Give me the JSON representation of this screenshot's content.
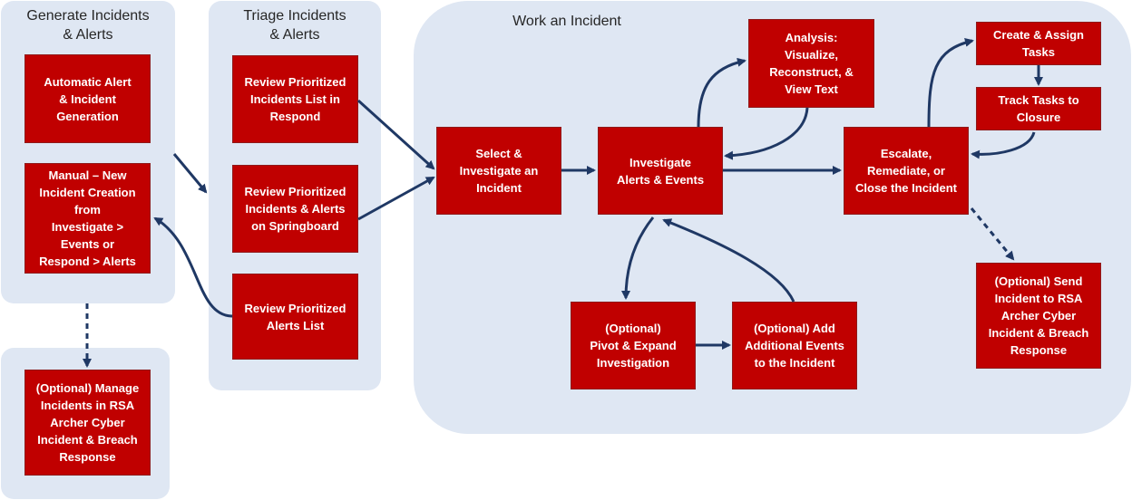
{
  "panels": {
    "generate_title": "Generate Incidents\n& Alerts",
    "triage_title": "Triage Incidents\n& Alerts",
    "work_title": "Work an Incident"
  },
  "boxes": {
    "auto_alert": "Automatic Alert\n& Incident\nGeneration",
    "manual_new": "Manual – New\nIncident Creation\nfrom\nInvestigate >\nEvents or\nRespond > Alerts",
    "manage_archer": "(Optional) Manage\nIncidents in RSA\nArcher Cyber\nIncident & Breach\nResponse",
    "review_incidents_respond": "Review Prioritized\nIncidents List in\nRespond",
    "review_springboard": "Review Prioritized\nIncidents & Alerts\non Springboard",
    "review_alerts": "Review Prioritized\nAlerts List",
    "select_investigate": "Select &\nInvestigate an\nIncident",
    "investigate_alerts": "Investigate\nAlerts & Events",
    "analysis": "Analysis:\nVisualize,\nReconstruct, &\nView Text",
    "escalate": "Escalate,\nRemediate, or\nClose the Incident",
    "create_tasks": "Create & Assign\nTasks",
    "track_tasks": "Track Tasks to\nClosure",
    "pivot_expand": "(Optional)\nPivot & Expand\nInvestigation",
    "add_events": "(Optional) Add\nAdditional Events\nto the Incident",
    "send_archer": "(Optional) Send\nIncident to RSA\nArcher Cyber\nIncident & Breach\nResponse"
  },
  "colors": {
    "panel_fill": "#dfe7f3",
    "box_fill": "#c00000",
    "arrow": "#1f3864",
    "text": "#262626"
  }
}
